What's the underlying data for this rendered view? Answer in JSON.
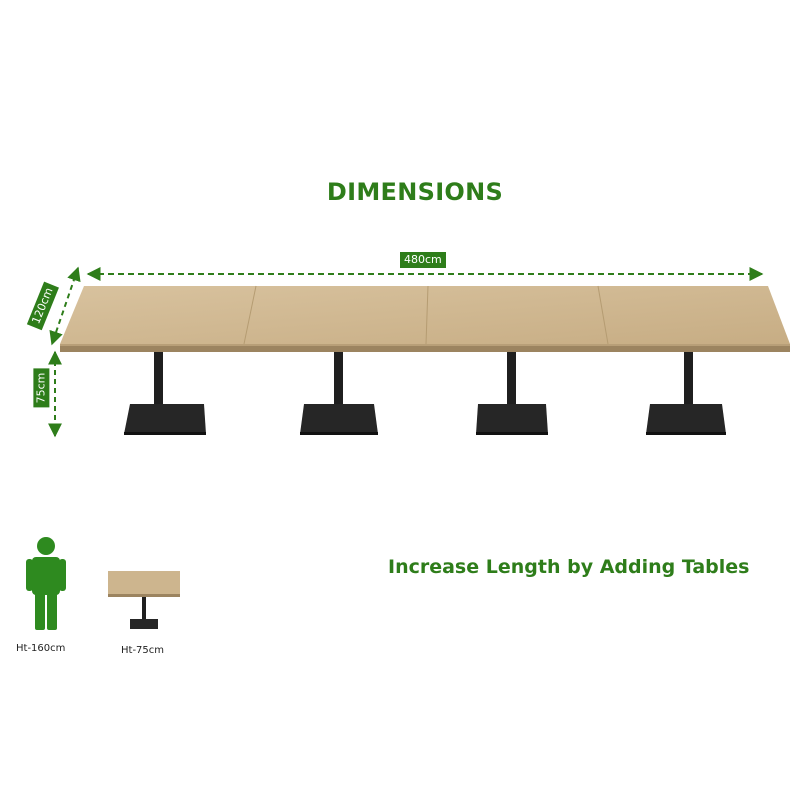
{
  "title": "DIMENSIONS",
  "tagline": "Increase Length by Adding Tables",
  "dimensions": {
    "length": "480cm",
    "width": "120cm",
    "height": "75cm"
  },
  "captions": {
    "person": "Ht-160cm",
    "single_table": "Ht-75cm"
  },
  "colors": {
    "accent": "#2e7d1a",
    "tabletop": "#cdb58e",
    "base": "#1f1f1f"
  },
  "table_count": 4
}
